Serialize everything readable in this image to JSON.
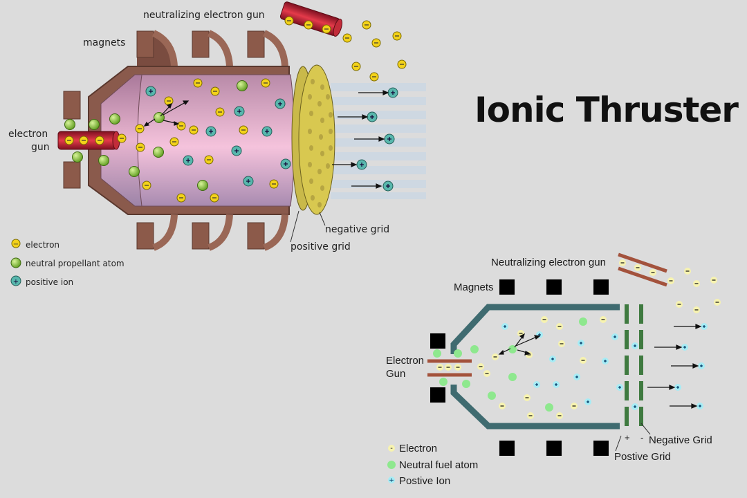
{
  "title": "Ionic Thruster",
  "colors": {
    "background": "#dcdcdc",
    "chamber_pink": "#e7a6c9",
    "magnet_brown": "#8c5a4a",
    "electron_yellow": "#f3d21a",
    "neutral_green": "#8dc63f",
    "ion_teal": "#58b7ad",
    "grid_yellow": "#d4c44c",
    "schematic_wall": "#3f6b70",
    "schematic_grid": "#3f7a40",
    "schematic_gun": "#a3523c",
    "schematic_neutral": "#8ee88e",
    "schematic_ion": "#a7ecf5",
    "schematic_electron": "#f7f3b0"
  },
  "top_diagram": {
    "labels": {
      "neutralizing_gun": "neutralizing electron gun",
      "magnets": "magnets",
      "electron_gun_line1": "electron",
      "electron_gun_line2": "gun",
      "negative_grid": "negative grid",
      "positive_grid": "positive grid"
    },
    "legend": [
      {
        "symbol": "−",
        "kind": "electron",
        "text": "electron"
      },
      {
        "symbol": "",
        "kind": "neutral",
        "text": "neutral propellant atom"
      },
      {
        "symbol": "+",
        "kind": "ion",
        "text": "positive ion"
      }
    ]
  },
  "bottom_diagram": {
    "labels": {
      "neutralizing_gun": "Neutralizing electron gun",
      "magnets": "Magnets",
      "electron_gun_line1": "Electron",
      "electron_gun_line2": "Gun",
      "negative_grid": "Negative Grid",
      "positive_grid": "Postive Grid",
      "plus_sign": "+",
      "minus_sign": "-"
    },
    "legend": [
      {
        "symbol": "-",
        "kind": "electron",
        "text": "Electron"
      },
      {
        "symbol": "",
        "kind": "neutral",
        "text": "Neutral fuel atom"
      },
      {
        "symbol": "+",
        "kind": "ion",
        "text": "Postive Ion"
      }
    ]
  }
}
